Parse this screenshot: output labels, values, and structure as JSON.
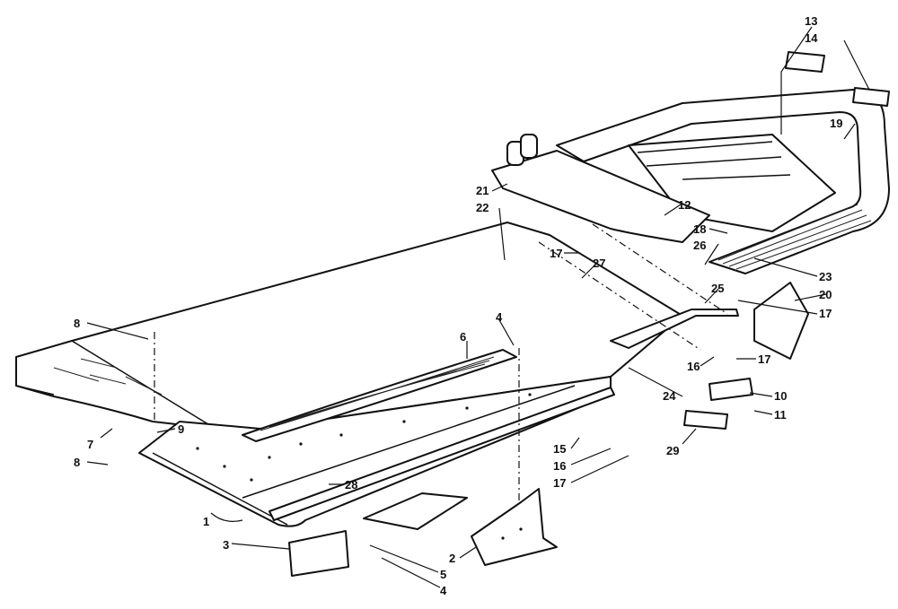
{
  "diagram": {
    "callouts": [
      {
        "id": "c1",
        "label": "1"
      },
      {
        "id": "c2",
        "label": "2"
      },
      {
        "id": "c3",
        "label": "3"
      },
      {
        "id": "c4a",
        "label": "4"
      },
      {
        "id": "c4b",
        "label": "4"
      },
      {
        "id": "c5",
        "label": "5"
      },
      {
        "id": "c6",
        "label": "6"
      },
      {
        "id": "c7",
        "label": "7"
      },
      {
        "id": "c8a",
        "label": "8"
      },
      {
        "id": "c8b",
        "label": "8"
      },
      {
        "id": "c9",
        "label": "9"
      },
      {
        "id": "c10",
        "label": "10"
      },
      {
        "id": "c11",
        "label": "11"
      },
      {
        "id": "c12",
        "label": "12"
      },
      {
        "id": "c13",
        "label": "13"
      },
      {
        "id": "c14",
        "label": "14"
      },
      {
        "id": "c15",
        "label": "15"
      },
      {
        "id": "c16a",
        "label": "16"
      },
      {
        "id": "c16b",
        "label": "16"
      },
      {
        "id": "c17a",
        "label": "17"
      },
      {
        "id": "c17b",
        "label": "17"
      },
      {
        "id": "c17c",
        "label": "17"
      },
      {
        "id": "c17d",
        "label": "17"
      },
      {
        "id": "c18",
        "label": "18"
      },
      {
        "id": "c19",
        "label": "19"
      },
      {
        "id": "c20",
        "label": "20"
      },
      {
        "id": "c21",
        "label": "21"
      },
      {
        "id": "c22",
        "label": "22"
      },
      {
        "id": "c23",
        "label": "23"
      },
      {
        "id": "c24",
        "label": "24"
      },
      {
        "id": "c25",
        "label": "25"
      },
      {
        "id": "c26",
        "label": "26"
      },
      {
        "id": "c27",
        "label": "27"
      },
      {
        "id": "c28",
        "label": "28"
      },
      {
        "id": "c29",
        "label": "29"
      }
    ]
  }
}
